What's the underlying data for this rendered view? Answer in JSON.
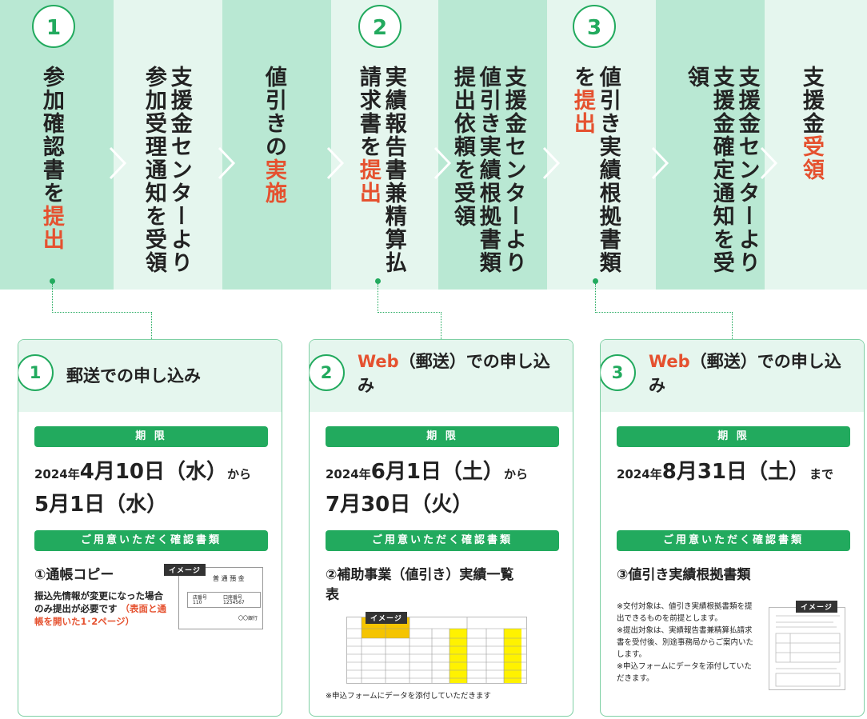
{
  "flow": {
    "badges": [
      "1",
      "2",
      "3"
    ],
    "steps": [
      {
        "parts": [
          {
            "t": "参加確認書を",
            "h": false
          },
          {
            "t": "提出",
            "h": true
          }
        ]
      },
      {
        "parts": [
          {
            "t": "支援金センターより参加受理通知を受領",
            "h": false
          }
        ]
      },
      {
        "parts": [
          {
            "t": "値引きの",
            "h": false
          },
          {
            "t": "実施",
            "h": true
          }
        ]
      },
      {
        "parts": [
          {
            "t": "実績報告書兼精算払請求書を",
            "h": false
          },
          {
            "t": "提出",
            "h": true
          }
        ]
      },
      {
        "parts": [
          {
            "t": "支援金センターより値引き実績根拠書類提出依頼を受領",
            "h": false
          }
        ]
      },
      {
        "parts": [
          {
            "t": "値引き実績根拠書類を",
            "h": false
          },
          {
            "t": "提出",
            "h": true
          }
        ]
      },
      {
        "parts": [
          {
            "t": "支援金センターより支援金確定通知を受領",
            "h": false
          }
        ]
      },
      {
        "parts": [
          {
            "t": "支援金",
            "h": false
          },
          {
            "t": "受領",
            "h": true
          }
        ]
      }
    ]
  },
  "cards": [
    {
      "num": "1",
      "title_web": "",
      "title": "郵送での申し込み",
      "deadline_label": "期 限",
      "period_parts": [
        {
          "t": "2024年",
          "big": false
        },
        {
          "t": "4月10日（水）",
          "big": true
        },
        {
          "t": "から",
          "big": false
        }
      ],
      "period_line2": [
        {
          "t": "5月1日（水）",
          "big": true
        }
      ],
      "docs_label": "ご用意いただく確認書類",
      "doc_title": "①通帳コピー",
      "note": "振込先情報が変更になった場合のみ提出が必要です",
      "note_red": "（表面と通帳を開いた1･2ページ）",
      "image_label": "イメージ",
      "thumb_title": "普 通 預 金",
      "thumb_values": [
        "店番号",
        "口座番号",
        "110",
        "1234567"
      ],
      "thumb_name": "〇〇銀行"
    },
    {
      "num": "2",
      "title_web": "Web",
      "title": "（郵送）での申し込み",
      "deadline_label": "期 限",
      "period_parts": [
        {
          "t": "2024年",
          "big": false
        },
        {
          "t": "6月1日（土）",
          "big": true
        },
        {
          "t": "から",
          "big": false
        }
      ],
      "period_line2": [
        {
          "t": "7月30日（火）",
          "big": true
        }
      ],
      "docs_label": "ご用意いただく確認書類",
      "doc_title": "②補助事業（値引き）実績一覧表",
      "image_label": "イメージ",
      "foot": "※申込フォームにデータを添付していただきます"
    },
    {
      "num": "3",
      "title_web": "Web",
      "title": "（郵送）での申し込み",
      "deadline_label": "期 限",
      "period_parts": [
        {
          "t": "2024年",
          "big": false
        },
        {
          "t": "8月31日（土）",
          "big": true
        },
        {
          "t": "まで",
          "big": false
        }
      ],
      "period_line2": [],
      "docs_label": "ご用意いただく確認書類",
      "doc_title": "③値引き実績根拠書類",
      "image_label": "イメージ",
      "notes": [
        "※交付対象は、値引き実績根拠書類を提出できるものを前提とします。",
        "※提出対象は、実績報告書兼精算払請求書を受付後、別途事務局からご案内いたします。",
        "※申込フォームにデータを添付していただきます。"
      ]
    }
  ]
}
